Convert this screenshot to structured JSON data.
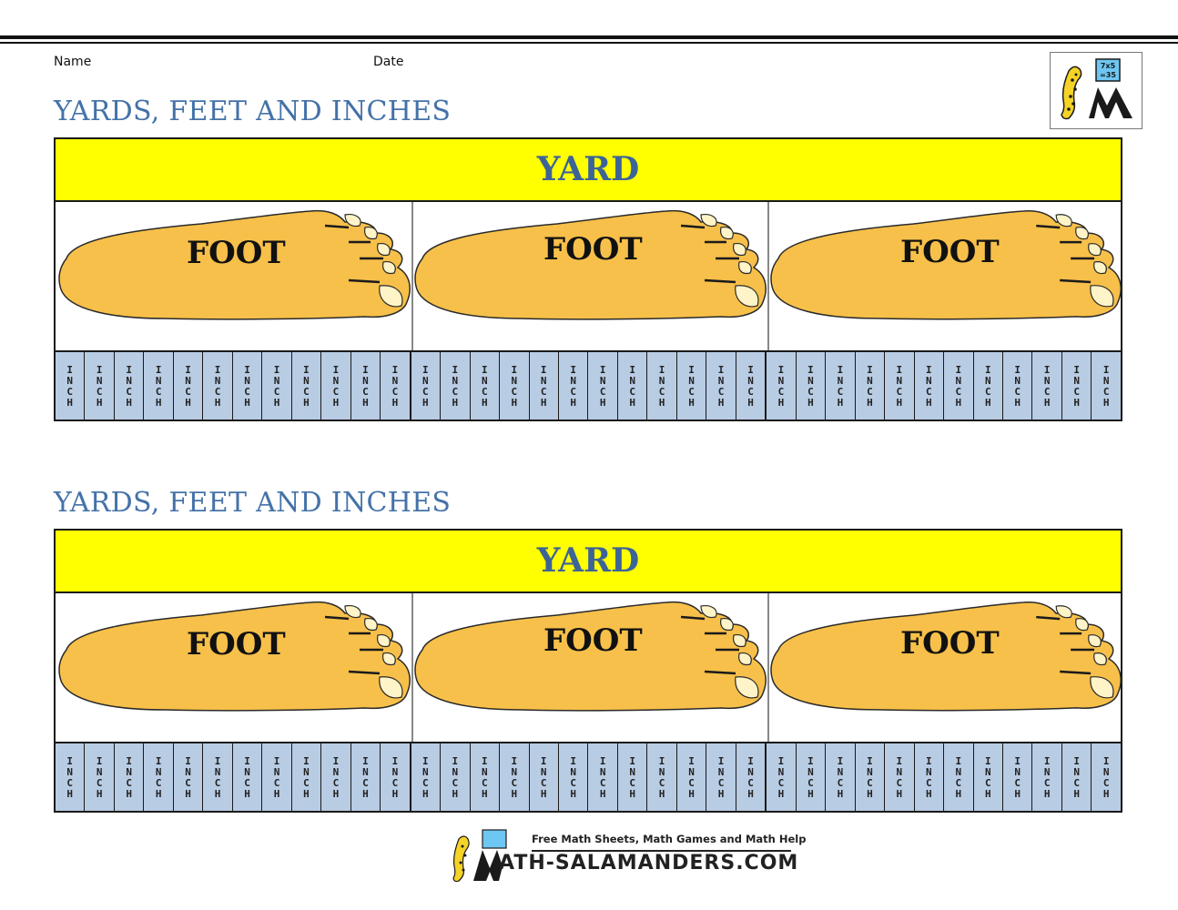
{
  "header": {
    "name_label": "Name",
    "date_label": "Date"
  },
  "worksheets": [
    {
      "title": "YARDS, FEET AND INCHES",
      "yard_label": "YARD",
      "feet": [
        {
          "label": "FOOT"
        },
        {
          "label": "FOOT"
        },
        {
          "label": "FOOT"
        }
      ],
      "inch_label": "I\nN\nC\nH",
      "inches_per_foot": 12
    },
    {
      "title": "YARDS, FEET AND INCHES",
      "yard_label": "YARD",
      "feet": [
        {
          "label": "FOOT"
        },
        {
          "label": "FOOT"
        },
        {
          "label": "FOOT"
        }
      ],
      "inch_label": "I\nN\nC\nH",
      "inches_per_foot": 12
    }
  ],
  "logo": {
    "badge_text": "7x5\n=35"
  },
  "footer": {
    "tagline": "Free Math Sheets, Math Games and Math Help",
    "site": "ATH-SALAMANDERS.COM"
  },
  "colors": {
    "yard_band": "#ffff00",
    "inch_fill": "#b8cce4",
    "title": "#4472a8",
    "foot_fill": "#f7c04a"
  }
}
